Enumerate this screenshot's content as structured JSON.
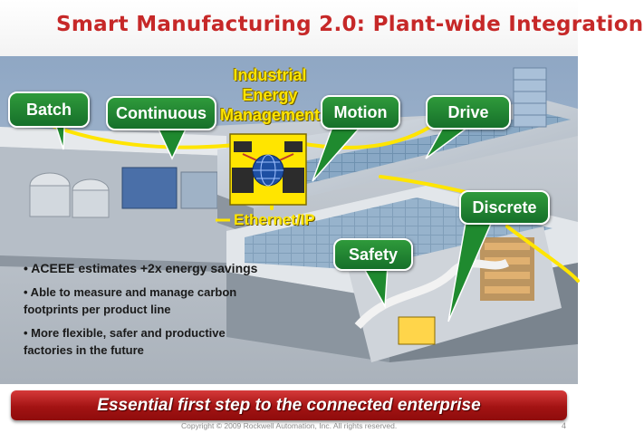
{
  "slide": {
    "title": "Smart Manufacturing 2.0: Plant-wide Integration",
    "labels": {
      "batch": "Batch",
      "continuous": "Continuous",
      "iem_line1": "Industrial",
      "iem_line2": "Energy",
      "iem_line3": "Management",
      "motion": "Motion",
      "drive": "Drive",
      "discrete": "Discrete",
      "safety": "Safety",
      "ethernet": "Ethernet/IP"
    },
    "bullets": [
      "• ACEEE estimates +2x energy savings",
      "• Able to measure and manage carbon footprints per product line",
      "• More flexible, safer and productive factories in the future"
    ],
    "banner": "Essential first step to the connected enterprise",
    "copyright": "Copyright © 2009 Rockwell Automation, Inc. All rights reserved.",
    "page_number": "4",
    "colors": {
      "title": "#c62828",
      "label_green": "#2f9a3b",
      "network_yellow": "#ffe500",
      "banner_red": "#b31b1b"
    },
    "icons": [
      "two-computers-network-icon",
      "globe-icon"
    ]
  }
}
